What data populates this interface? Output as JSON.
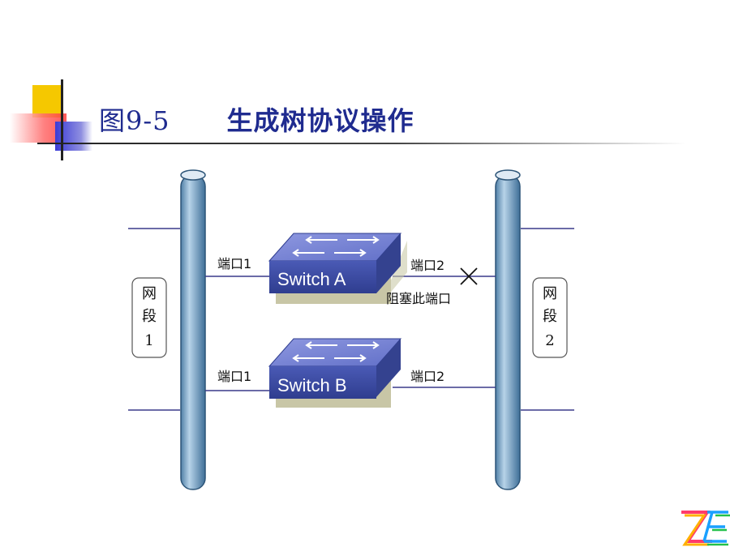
{
  "slide": {
    "figure_number": "图9-5",
    "title": "生成树协议操作"
  },
  "diagram": {
    "segment_left": {
      "line1": "网",
      "line2": "段",
      "line3": "1"
    },
    "segment_right": {
      "line1": "网",
      "line2": "段",
      "line3": "2"
    },
    "switch_a": {
      "label": "Switch A",
      "port_left": "端口1",
      "port_right": "端口2",
      "blocked_note": "阻塞此端口"
    },
    "switch_b": {
      "label": "Switch B",
      "port_left": "端口1",
      "port_right": "端口2"
    }
  },
  "colors": {
    "title": "#1f2b8f",
    "pipe": "#7fa9c9",
    "switch_top": "#7f8bd6",
    "switch_front": "#3a4aa3",
    "lines": "#3a3a8a"
  },
  "logo": {
    "text": "ZE"
  }
}
